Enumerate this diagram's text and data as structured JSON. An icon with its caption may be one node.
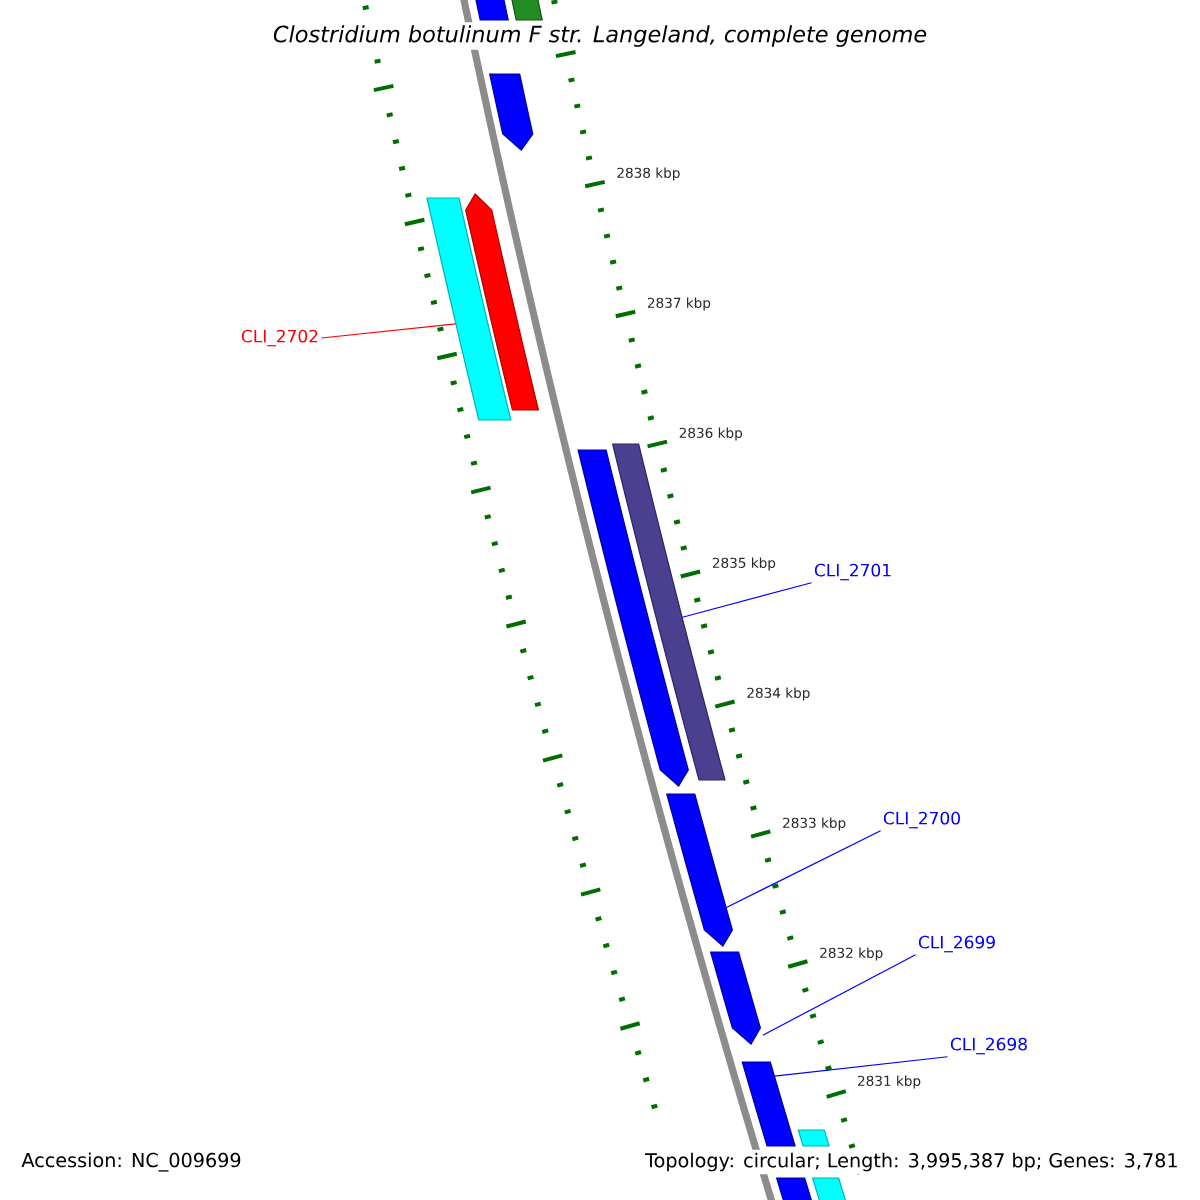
{
  "diagram": {
    "title": "Clostridium botulinum F str. Langeland, complete genome",
    "nodes": [
      {
        "text": [
          "CLI_2702"
        ]
      },
      {
        "text": [],
        "shape": "bar"
      },
      {
        "text": [
          "CLI_2701"
        ]
      },
      {
        "text": [],
        "shape": "bar"
      },
      {
        "text": [
          "CLI_2700"
        ]
      },
      {
        "text": [],
        "shape": "bar"
      },
      {
        "text": [
          "CLI_2699"
        ]
      },
      {
        "text": [],
        "shape": "bar"
      },
      {
        "text": [
          "CLI_2698"
        ]
      },
      {
        "text": [],
        "shape": "bar"
      },
      {
        "text": [],
        "shape": "bar"
      },
      {
        "text": [],
        "shape": "bar"
      },
      {
        "text": [],
        "shape": "bar"
      },
      {
        "text": [],
        "shape": "bar"
      },
      {
        "text": [],
        "shape": "bar"
      },
      {
        "text": [],
        "shape": "bar"
      },
      {
        "text": [],
        "shape": "bar"
      },
      {
        "text": [],
        "shape": "bar"
      }
    ],
    "edges": [
      {
        "from": 0,
        "to": 1,
        "arrow": "none",
        "color": "#ff0000"
      },
      {
        "from": 2,
        "to": 3,
        "arrow": "none"
      },
      {
        "from": 4,
        "to": 5,
        "arrow": "none"
      },
      {
        "from": 6,
        "to": 7,
        "arrow": "none"
      },
      {
        "from": 8,
        "to": 9,
        "arrow": "none"
      }
    ],
    "labels": [
      "2838 kbp",
      "2837 kbp",
      "2836 kbp",
      "2835 kbp",
      "2834 kbp",
      "2833 kbp",
      "2832 kbp",
      "2831 kbp",
      "Accession: NC_009699",
      "Topology: circular; Length: 3,995,387 bp; Genes: 3,781"
    ]
  }
}
